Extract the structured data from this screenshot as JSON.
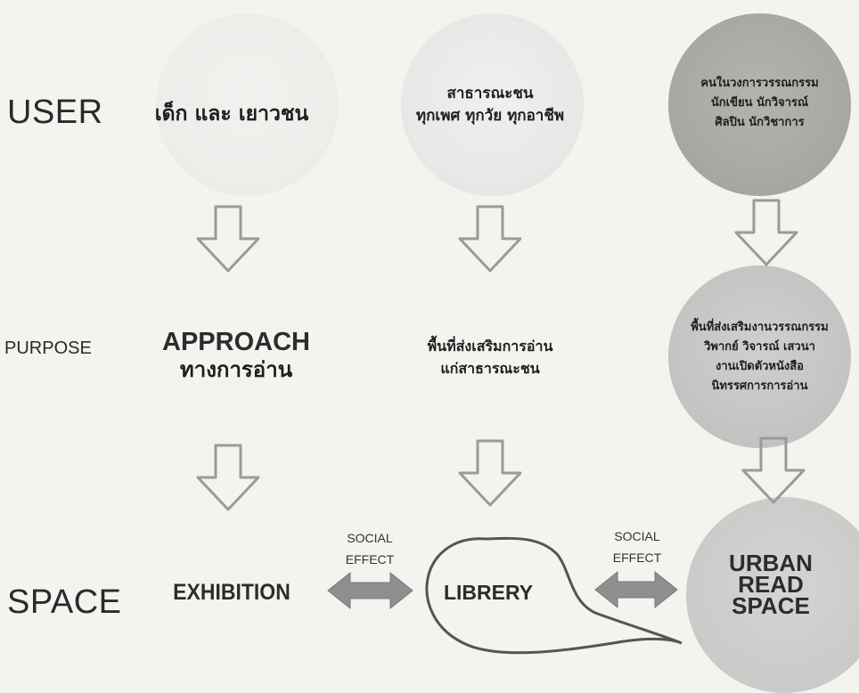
{
  "rows": {
    "user": "USER",
    "purpose": "PURPOSE",
    "space": "SPACE"
  },
  "columns": [
    {
      "user": [
        "เด็ก และ เยาวชน"
      ],
      "purpose": [
        "APPROACH",
        "ทางการอ่าน"
      ],
      "space": [
        "EXHIBITION"
      ]
    },
    {
      "user": [
        "สาธารณะชน",
        "ทุกเพศ ทุกวัย ทุกอาชีพ"
      ],
      "purpose": [
        "พื้นที่ส่งเสริมการอ่าน",
        "แก่สาธารณะชน"
      ],
      "space": [
        "LIBRERY"
      ]
    },
    {
      "user": [
        "คนในวงการวรรณกรรม",
        "นักเขียน นักวิจารณ์",
        "ศิลปิน นักวิชาการ"
      ],
      "purpose": [
        "พื้นที่ส่งเสริมงานวรรณกรรม",
        "วิพากย์ วิจารณ์ เสวนา",
        "งานเปิดตัวหนังสือ",
        "นิทรรศการการอ่าน"
      ],
      "space": [
        "URBAN",
        "READ",
        "SPACE"
      ]
    }
  ],
  "social_effects": [
    [
      "SOCIAL",
      "EFFECT"
    ],
    [
      "SOCIAL",
      "EFFECT"
    ]
  ],
  "colors": {
    "arrow_fill": "#8f8f8f",
    "arrow_outline": "#9a9a9a",
    "circle_light": "#e7e7e5",
    "circle_mid": "#c2c2c0",
    "circle_dark": "#a5a5a2"
  }
}
